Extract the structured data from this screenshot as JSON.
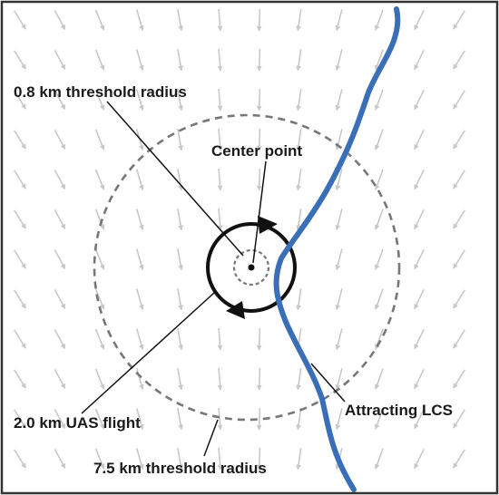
{
  "labels": {
    "threshold_inner": "0.8 km threshold radius",
    "center_point": "Center point",
    "uas_flight": "2.0 km UAS flight",
    "attracting_lcs": "Attracting LCS",
    "threshold_outer": "7.5 km threshold radius"
  },
  "colors": {
    "lcs_curve": "#3a6fb8",
    "flight_circle": "#111111",
    "threshold_circles": "#777777",
    "vector_field": "#c8c8c8",
    "frame": "#333333"
  },
  "icons": {
    "center_marker": "dot",
    "flight_direction": "arrowheads-clockwise"
  }
}
